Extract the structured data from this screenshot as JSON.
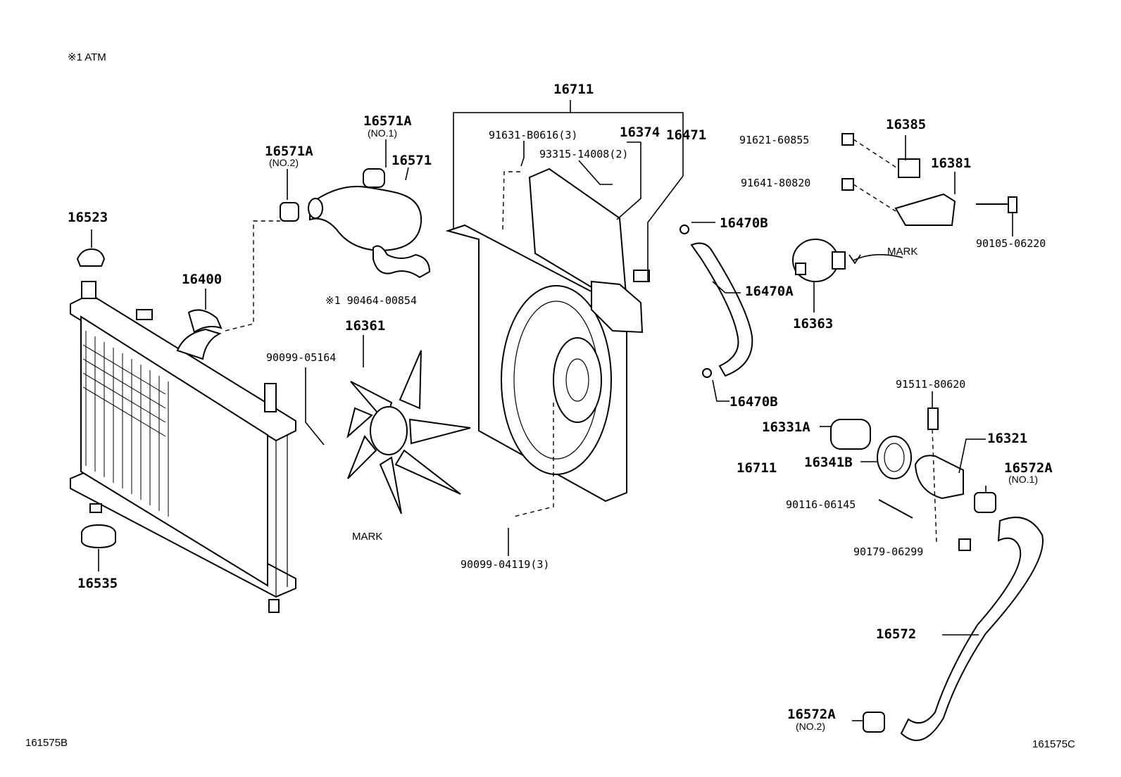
{
  "diagram": {
    "note_top": "※1 ATM",
    "code_left": "161575B",
    "code_right": "161575C",
    "labels": {
      "p16711_top": "16711",
      "p91631": "91631-B0616(3)",
      "p16374": "16374",
      "p16471": "16471",
      "p93315": "93315-14008(2)",
      "p16571a_1": "16571A",
      "p16571a_1_sub": "(NO.1)",
      "p16571": "16571",
      "p16571a_2": "16571A",
      "p16571a_2_sub": "(NO.2)",
      "p16523": "16523",
      "p16400": "16400",
      "p90464": "※1 90464-00854",
      "p16361": "16361",
      "p90099_05164": "90099-05164",
      "mark_fan": "MARK",
      "p90099_04119": "90099-04119(3)",
      "p16535": "16535",
      "p91621": "91621-60855",
      "p16385": "16385",
      "p91641": "91641-80820",
      "p16381": "16381",
      "p90105": "90105-06220",
      "p16470b_top": "16470B",
      "mark_sensor": "MARK",
      "p16470a": "16470A",
      "p16363": "16363",
      "p16470b_bot": "16470B",
      "p91511": "91511-80620",
      "p16331a": "16331A",
      "p16321": "16321",
      "p16341b": "16341B",
      "p16711_mid": "16711",
      "p16572a_1": "16572A",
      "p16572a_1_sub": "(NO.1)",
      "p90116": "90116-06145",
      "p90179": "90179-06299",
      "p16572": "16572",
      "p16572a_2": "16572A",
      "p16572a_2_sub": "(NO.2)"
    }
  }
}
